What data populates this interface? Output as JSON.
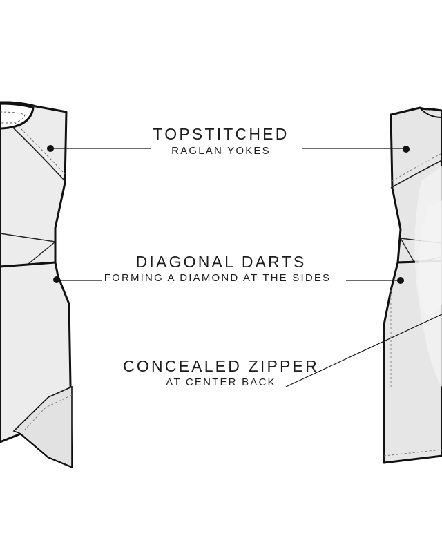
{
  "callouts": [
    {
      "title": "TOPSTITCHED",
      "subtitle": "RAGLAN YOKES"
    },
    {
      "title": "DIAGONAL DARTS",
      "subtitle": "FORMING A DIAMOND AT THE SIDES"
    },
    {
      "title": "CONCEALED ZIPPER",
      "subtitle": "AT CENTER BACK"
    }
  ],
  "colors": {
    "garment_fill": "#ebebeb",
    "garment_light": "#f4f4f4",
    "outline": "#111111",
    "leader": "#111111"
  },
  "icons": {
    "callout_dot": "filled-circle"
  }
}
